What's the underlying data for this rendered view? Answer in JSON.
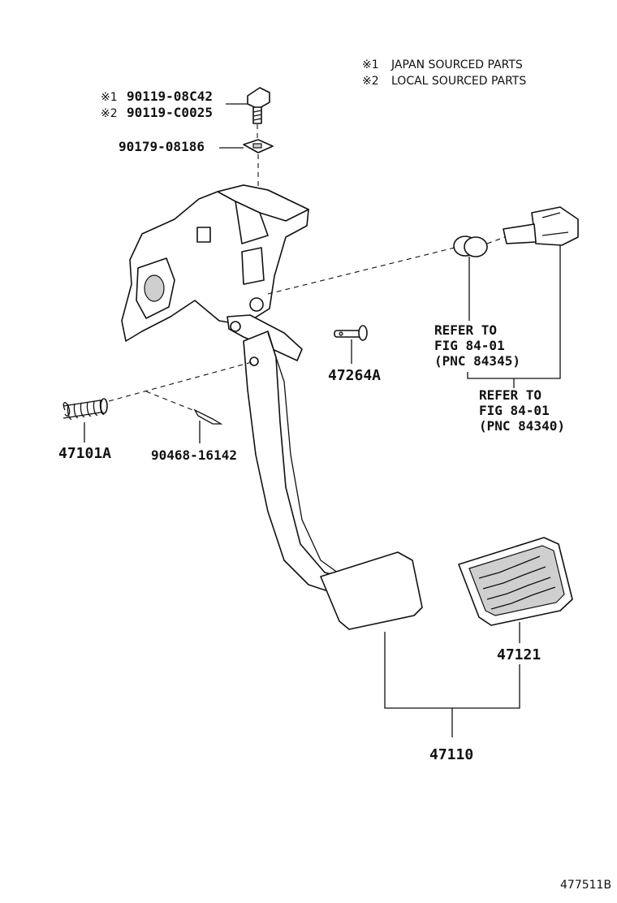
{
  "notes": {
    "note1_mark": "※1",
    "note1_text": "JAPAN SOURCED PARTS",
    "note2_mark": "※2",
    "note2_text": "LOCAL SOURCED PARTS"
  },
  "callouts": {
    "bolt_mark1": "※1",
    "bolt_part1": "90119-08C42",
    "bolt_mark2": "※2",
    "bolt_part2": "90119-C0025",
    "nut": "90179-08186",
    "pin": "47264A",
    "spring": "47101A",
    "clip": "90468-16142",
    "pad": "47121",
    "pedal_assy": "47110",
    "refer1": [
      "REFER TO",
      "FIG 84-01",
      "(PNC 84345)"
    ],
    "refer2": [
      "REFER TO",
      "FIG 84-01",
      "(PNC 84340)"
    ]
  },
  "figure_id": "477511B"
}
